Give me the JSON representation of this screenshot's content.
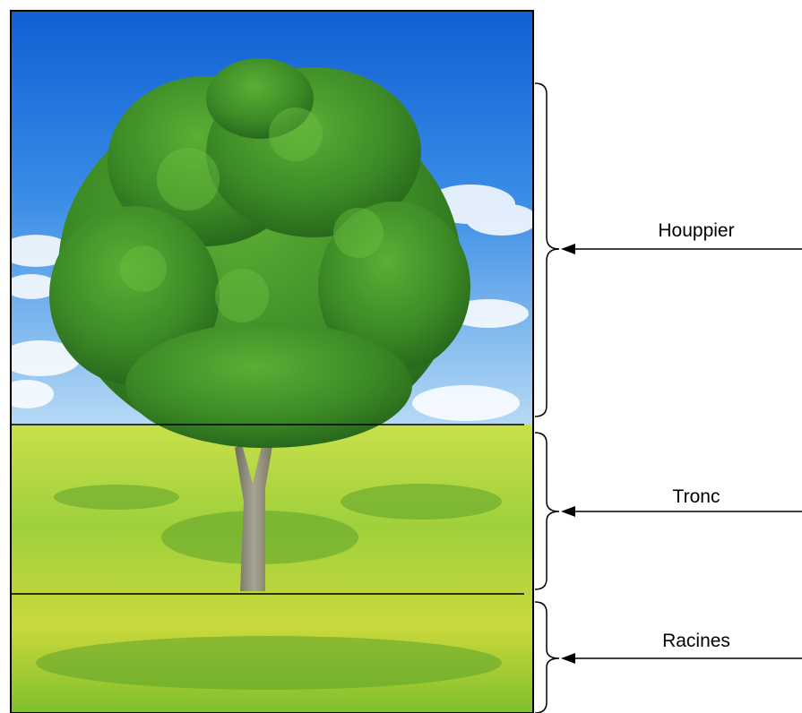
{
  "labels": {
    "crown": "Houppier",
    "trunk": "Tronc",
    "roots": "Racines"
  },
  "colors": {
    "sky_top": "#1466d8",
    "sky_bottom": "#a9d2f2",
    "foliage": "#3f8f2a",
    "grass": "#8fc93a",
    "trunk": "#8d8a7a",
    "line": "#000000"
  }
}
